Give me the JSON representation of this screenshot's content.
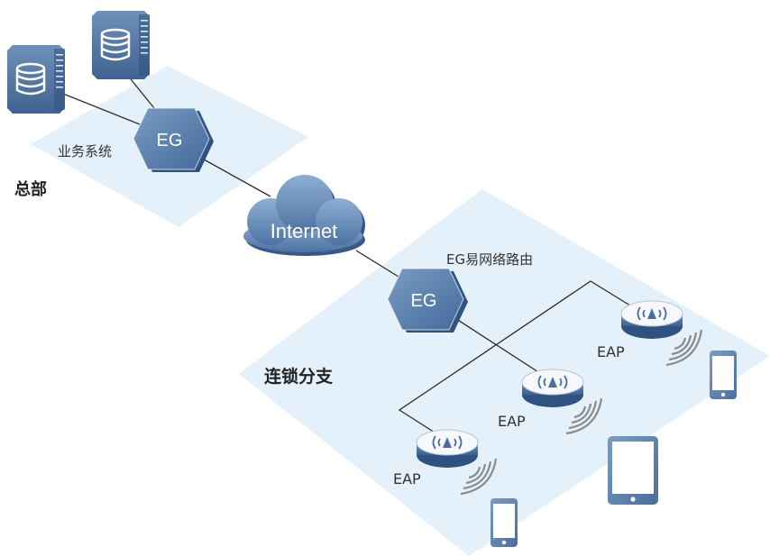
{
  "colors": {
    "zone_fill": "#e4f1fb",
    "device_blue": "#5f83ad",
    "device_dark": "#3f6390",
    "ap_top": "#ffffff",
    "ap_body": "#4a6f9c",
    "line": "#2b2b2b",
    "signal": "#8a8a8a"
  },
  "hq": {
    "zone_label": "总部",
    "system_label": "业务系统",
    "gateway_label": "EG",
    "servers": [
      "server-icon",
      "server-icon"
    ]
  },
  "internet": {
    "label": "Internet",
    "icon": "cloud-icon"
  },
  "branch": {
    "zone_label": "连锁分支",
    "router_caption": "EG易网络路由",
    "gateway_label": "EG",
    "access_points": [
      {
        "label": "EAP",
        "icon": "wireless-ap-icon"
      },
      {
        "label": "EAP",
        "icon": "wireless-ap-icon"
      },
      {
        "label": "EAP",
        "icon": "wireless-ap-icon"
      }
    ],
    "clients": [
      "smartphone-icon",
      "tablet-icon",
      "smartphone-icon"
    ]
  }
}
